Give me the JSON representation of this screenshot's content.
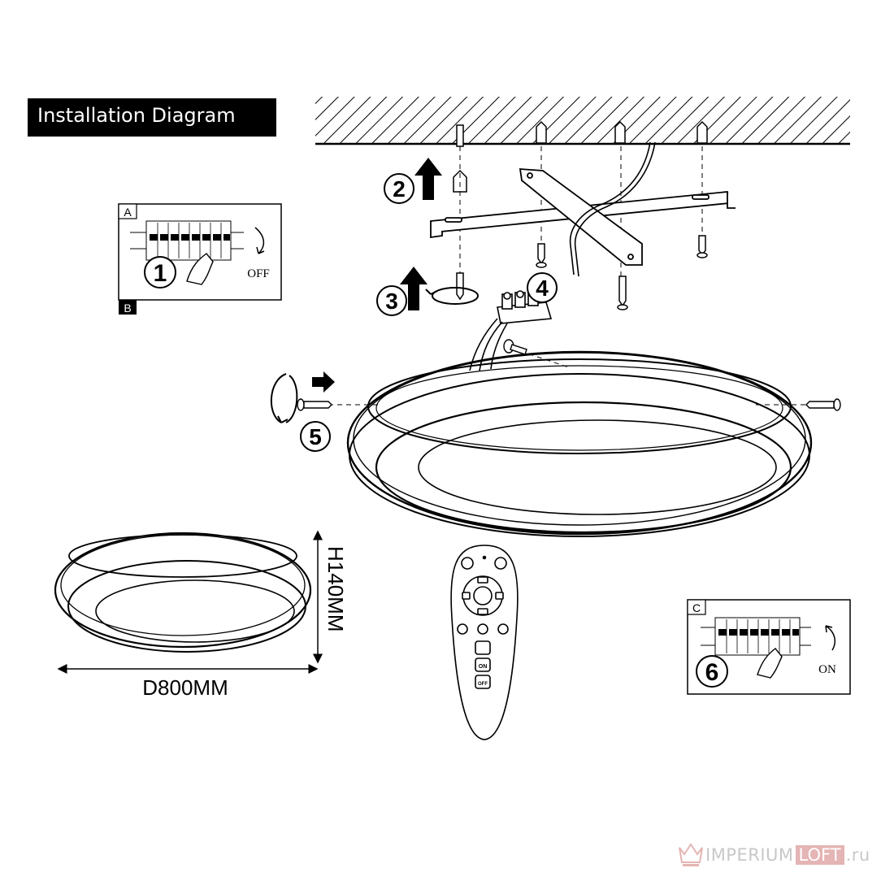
{
  "title": "Installation Diagram",
  "panels": {
    "a": {
      "letter": "A",
      "step": "1",
      "state": "OFF"
    },
    "b": {
      "letter": "B"
    },
    "c": {
      "letter": "C",
      "step": "6",
      "state": "ON"
    }
  },
  "steps": {
    "s2": "2",
    "s3": "3",
    "s4": "4",
    "s5": "5"
  },
  "dimensions": {
    "diameter": "D800MM",
    "height": "H140MM"
  },
  "remote": {
    "on_label": "ON",
    "off_label": "OFF"
  },
  "watermark": {
    "part1": "IMPERIUM",
    "part2": "LOFT",
    "part3": ".ru"
  },
  "colors": {
    "ink": "#000000",
    "watermark": "#c8c8c8",
    "watermark_accent": "#e5b4b4"
  }
}
